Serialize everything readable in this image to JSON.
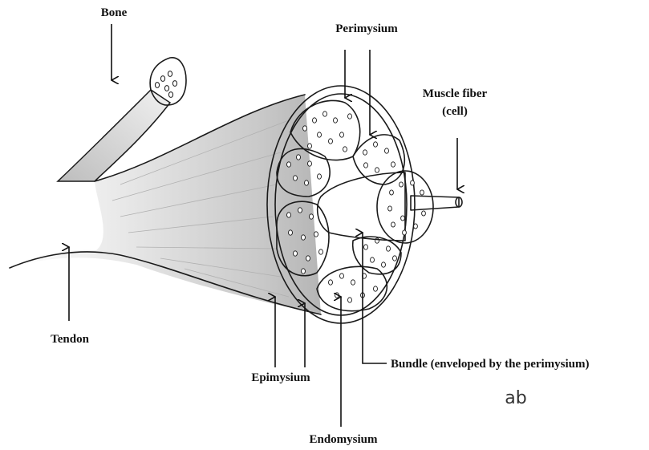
{
  "labels": {
    "bone": "Bone",
    "perimysium": "Perimysium",
    "muscle_fiber_line1": "Muscle fiber",
    "muscle_fiber_line2": "(cell)",
    "tendon": "Tendon",
    "epimysium": "Epimysium",
    "bundle": "Bundle (enveloped by the perimysium)",
    "endomysium": "Endomysium"
  },
  "signature": "ab",
  "colors": {
    "ink": "#1a1a1a",
    "shading": "#9a9a9a",
    "background": "#ffffff"
  }
}
